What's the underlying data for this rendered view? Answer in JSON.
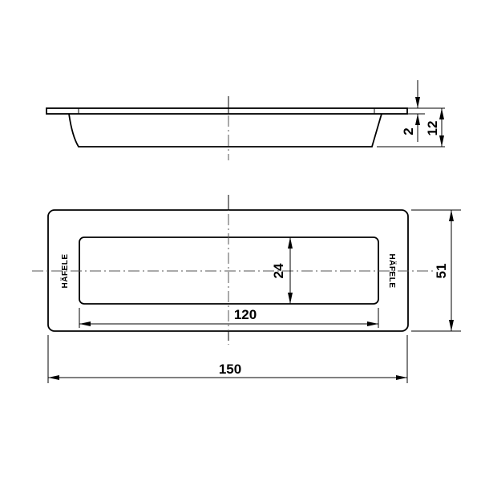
{
  "drawing": {
    "type": "technical drawing - recessed flush pull handle",
    "brand_mark": "HÄFELE",
    "units": "mm",
    "side_view": {
      "dimensions": {
        "flange_thickness": "2",
        "total_depth": "12"
      }
    },
    "top_view": {
      "dimensions": {
        "overall_length": "150",
        "overall_height": "51",
        "grip_length": "120",
        "grip_height": "24"
      },
      "brand_left": "HÄFELE",
      "brand_right": "HÄFELE"
    },
    "colors": {
      "line": "#000000",
      "centerline": "#555555",
      "background": "#ffffff"
    }
  }
}
